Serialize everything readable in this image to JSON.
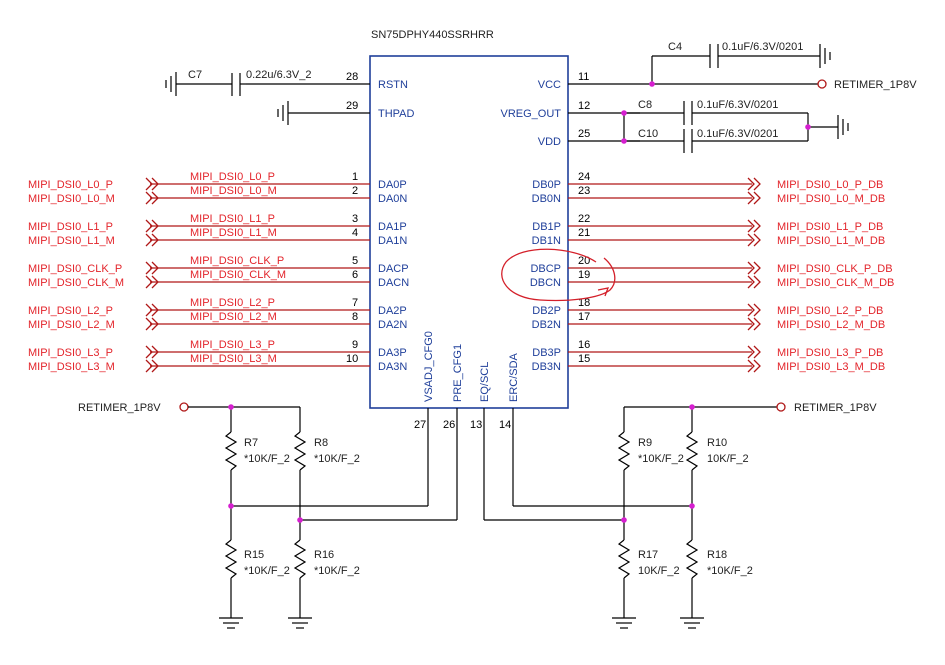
{
  "chip": {
    "part_number": "SN75DPHY440SSRHRR",
    "left_pins": [
      {
        "num": "28",
        "name": "RSTN"
      },
      {
        "num": "29",
        "name": "THPAD"
      },
      {
        "num": "1",
        "name": "DA0P"
      },
      {
        "num": "2",
        "name": "DA0N"
      },
      {
        "num": "3",
        "name": "DA1P"
      },
      {
        "num": "4",
        "name": "DA1N"
      },
      {
        "num": "5",
        "name": "DACP"
      },
      {
        "num": "6",
        "name": "DACN"
      },
      {
        "num": "7",
        "name": "DA2P"
      },
      {
        "num": "8",
        "name": "DA2N"
      },
      {
        "num": "9",
        "name": "DA3P"
      },
      {
        "num": "10",
        "name": "DA3N"
      }
    ],
    "right_pins": [
      {
        "num": "11",
        "name": "VCC"
      },
      {
        "num": "12",
        "name": "VREG_OUT"
      },
      {
        "num": "25",
        "name": "VDD"
      },
      {
        "num": "24",
        "name": "DB0P"
      },
      {
        "num": "23",
        "name": "DB0N"
      },
      {
        "num": "22",
        "name": "DB1P"
      },
      {
        "num": "21",
        "name": "DB1N"
      },
      {
        "num": "20",
        "name": "DBCP"
      },
      {
        "num": "19",
        "name": "DBCN"
      },
      {
        "num": "18",
        "name": "DB2P"
      },
      {
        "num": "17",
        "name": "DB2N"
      },
      {
        "num": "16",
        "name": "DB3P"
      },
      {
        "num": "15",
        "name": "DB3N"
      }
    ],
    "bottom_pins": [
      {
        "num": "27",
        "name": "VSADJ_CFG0"
      },
      {
        "num": "26",
        "name": "PRE_CFG1"
      },
      {
        "num": "13",
        "name": "EQ/SCL"
      },
      {
        "num": "14",
        "name": "ERC/SDA"
      }
    ]
  },
  "capacitors": [
    {
      "ref": "C7",
      "value": "0.22u/6.3V_2"
    },
    {
      "ref": "C4",
      "value": "0.1uF/6.3V/0201"
    },
    {
      "ref": "C8",
      "value": "0.1uF/6.3V/0201"
    },
    {
      "ref": "C10",
      "value": "0.1uF/6.3V/0201"
    }
  ],
  "power_net": "RETIMER_1P8V",
  "input_nets": {
    "ports": [
      "MIPI_DSI0_L0_P",
      "MIPI_DSI0_L0_M",
      "MIPI_DSI0_L1_P",
      "MIPI_DSI0_L1_M",
      "MIPI_DSI0_CLK_P",
      "MIPI_DSI0_CLK_M",
      "MIPI_DSI0_L2_P",
      "MIPI_DSI0_L2_M",
      "MIPI_DSI0_L3_P",
      "MIPI_DSI0_L3_M"
    ],
    "wires": [
      "MIPI_DSI0_L0_P",
      "MIPI_DSI0_L0_M",
      "MIPI_DSI0_L1_P",
      "MIPI_DSI0_L1_M",
      "MIPI_DSI0_CLK_P",
      "MIPI_DSI0_CLK_M",
      "MIPI_DSI0_L2_P",
      "MIPI_DSI0_L2_M",
      "MIPI_DSI0_L3_P",
      "MIPI_DSI0_L3_M"
    ]
  },
  "output_nets": [
    "MIPI_DSI0_L0_P_DB",
    "MIPI_DSI0_L0_M_DB",
    "MIPI_DSI0_L1_P_DB",
    "MIPI_DSI0_L1_M_DB",
    "MIPI_DSI0_CLK_P_DB",
    "MIPI_DSI0_CLK_M_DB",
    "MIPI_DSI0_L2_P_DB",
    "MIPI_DSI0_L2_M_DB",
    "MIPI_DSI0_L3_P_DB",
    "MIPI_DSI0_L3_M_DB"
  ],
  "resistors": [
    {
      "ref": "R7",
      "value": "*10K/F_2"
    },
    {
      "ref": "R8",
      "value": "*10K/F_2"
    },
    {
      "ref": "R15",
      "value": "*10K/F_2"
    },
    {
      "ref": "R16",
      "value": "*10K/F_2"
    },
    {
      "ref": "R9",
      "value": "*10K/F_2"
    },
    {
      "ref": "R10",
      "value": "10K/F_2"
    },
    {
      "ref": "R17",
      "value": "10K/F_2"
    },
    {
      "ref": "R18",
      "value": "*10K/F_2"
    }
  ],
  "colors": {
    "chip_outline": "#1f3f9a",
    "net_label": "#e3242b",
    "wire": "#b01818",
    "junction": "#d61fd0",
    "annotation": "#d4202a"
  }
}
